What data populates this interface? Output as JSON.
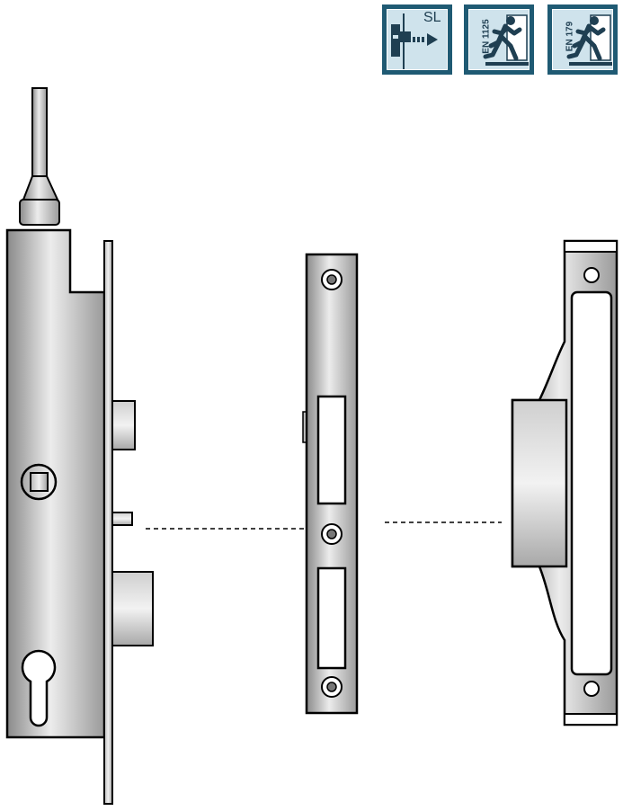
{
  "badges": {
    "sl_label": "SL",
    "en1125_label": "EN 1125",
    "en179_label": "EN 179"
  },
  "colors": {
    "badge_frame": "#1f5a73",
    "badge_fill": "#cfe3ec",
    "metal_light": "#e6e6e6",
    "metal_dark": "#8a8a8a",
    "outline": "#000000"
  },
  "icons": [
    "slam-latch-icon",
    "running-man-icon",
    "running-man-icon"
  ],
  "parts": [
    "lock-body",
    "flat-strike-plate",
    "angle-strike-plate"
  ]
}
